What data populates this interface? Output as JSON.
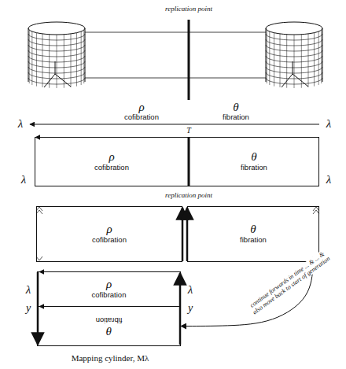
{
  "diagram": {
    "caption": "Mapping cylinder, Mλ",
    "nodes": [
      {
        "text": [
          "ρ",
          "cofibration"
        ]
      },
      {
        "text": [
          "θ",
          "fibration"
        ]
      },
      {
        "text": [
          "ρ",
          "cofibration"
        ]
      },
      {
        "text": [
          "θ",
          "fibration"
        ]
      },
      {
        "text": [
          "ρ",
          "cofibration"
        ]
      },
      {
        "text": [
          "θ",
          "fibration"
        ]
      }
    ],
    "edges": [
      {
        "from": 3,
        "to": 5,
        "arrow": "to",
        "label": "continue forwards in time ... & ... & also move back to start of generation"
      }
    ],
    "labels": [
      "replication point",
      "ρ",
      "cofibration",
      "θ",
      "fibration",
      "λ",
      "λ",
      "T",
      "λ",
      "λ",
      "replication point",
      "λ",
      "y",
      "λ",
      "y"
    ]
  }
}
